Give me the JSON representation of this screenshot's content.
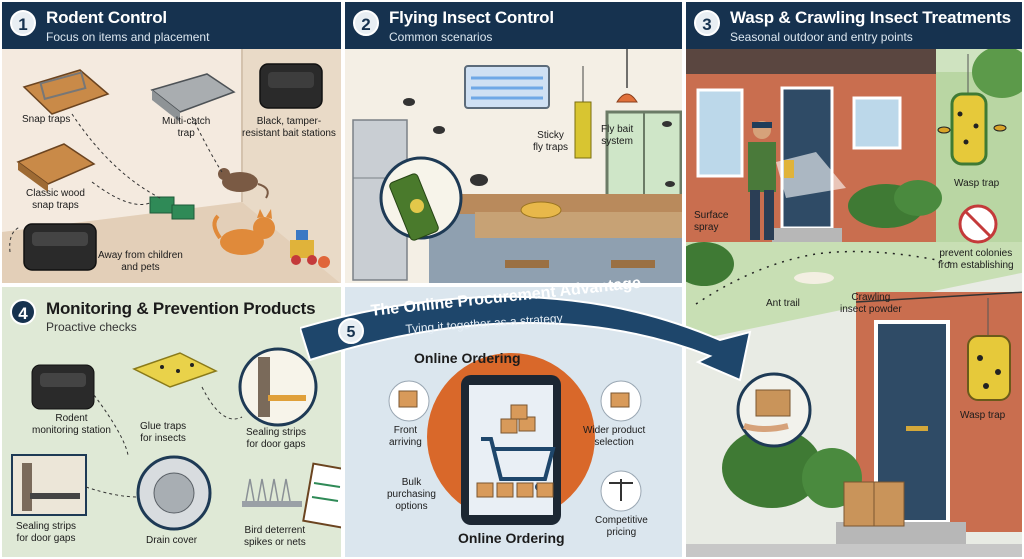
{
  "panels": {
    "rodent": {
      "number": "1",
      "title": "Rodent Control",
      "subtitle": "Focus on items and placement",
      "labels": {
        "snap_traps": "Snap traps",
        "multi_catch": "Multi-catch\ntrap",
        "bait_stations": "Black, tamper-\nresistant bait stations",
        "classic_wood": "Classic wood\nsnap traps",
        "away_children": "Away from children\nand pets"
      }
    },
    "flying": {
      "number": "2",
      "title": "Flying Insect Control",
      "subtitle": "Common scenarios",
      "labels": {
        "sticky": "Sticky\nfly traps",
        "fly_bait": "Fly bait\nsystem"
      }
    },
    "wasp": {
      "number": "3",
      "title": "Wasp & Crawling Insect Treatments",
      "subtitle": "Seasonal outdoor and entry points",
      "labels": {
        "surface_spray": "Surface\nspray",
        "wasp_trap_1": "Wasp trap",
        "prevent_colonies": "prevent colonies\nfrom establishing",
        "ant_trail": "Ant trail",
        "crawling_powder": "Crawling\ninsect powder",
        "wasp_trap_2": "Wasp trap"
      }
    },
    "monitoring": {
      "number": "4",
      "title": "Monitoring & Prevention Products",
      "subtitle": "Proactive checks",
      "labels": {
        "rodent_station": "Rodent\nmonitoring station",
        "glue_traps": "Glue traps\nfor insects",
        "sealing_strips_1": "Sealing strips\nfor door gaps",
        "sealing_strips_2": "Sealing strips\nfor door gaps",
        "drain_cover": "Drain cover",
        "bird_deterrent": "Bird deterrent\nspikes or nets"
      }
    },
    "online": {
      "number": "5",
      "title": "The Online Procurement Advantage",
      "subtitle": "Tying it together as a strategy",
      "heading": "Online Ordering",
      "footer": "Online Ordering",
      "labels": {
        "front_arriving": "Front\narriving",
        "wider_selection": "Wider product\nselection",
        "bulk_purchasing": "Bulk\npurchasing\noptions",
        "competitive_pricing": "Competitive\npricing"
      }
    }
  },
  "colors": {
    "header_bg": "#16324f",
    "arc_band": "#1e466b",
    "accent_orange": "#d9682a",
    "brick": "#c96e4f"
  }
}
